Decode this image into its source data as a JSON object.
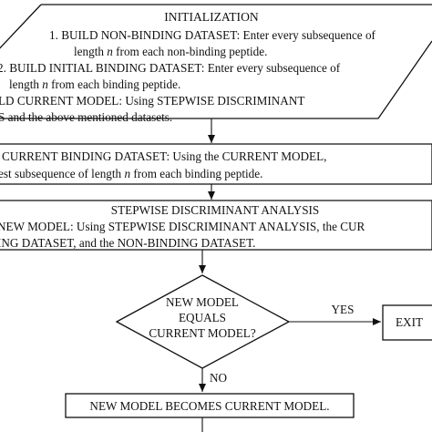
{
  "flowchart": {
    "initialization": {
      "title": "INITIALIZATION",
      "line1a": "1.  BUILD NON-BINDING DATASET: Enter every subsequence of",
      "line1b_pre": "length ",
      "line1b_var": "n",
      "line1b_post": " from each non-binding peptide.",
      "line2a": "2.  BUILD INITIAL BINDING DATASET: Enter every subsequence of",
      "line2b_pre": "length ",
      "line2b_var": "n",
      "line2b_post": " from each binding peptide.",
      "line3a": "LD CURRENT MODEL:  Using  STEPWISE DISCRIMINANT",
      "line3b": "S and the above mentioned datasets."
    },
    "update_binding": {
      "line1": "CURRENT BINDING DATASET:  Using the CURRENT MODEL,",
      "line2_pre": "est subsequence of length ",
      "line2_var": "n",
      "line2_post": " from each binding peptide."
    },
    "stepwise": {
      "title": "STEPWISE DISCRIMINANT ANALYSIS",
      "line1": "NEW MODEL: Using STEPWISE DISCRIMINANT ANALYSIS, the CUR",
      "line2": "ING DATASET, and the NON-BINDING DATASET."
    },
    "decision": {
      "line1": "NEW MODEL",
      "line2": "EQUALS",
      "line3": "CURRENT MODEL?"
    },
    "yes_label": "YES",
    "no_label": "NO",
    "exit_label": "EXIT",
    "becomes_label": "NEW MODEL BECOMES CURRENT MODEL."
  }
}
